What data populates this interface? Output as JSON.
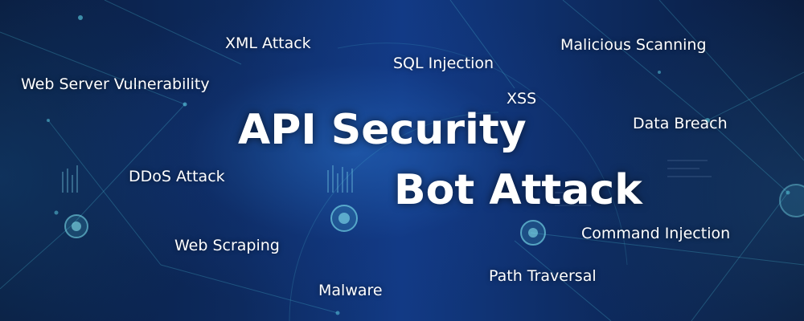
{
  "banner": {
    "headlines": {
      "api_security": "API Security",
      "bot_attack": "Bot Attack"
    },
    "terms": {
      "xml_attack": "XML Attack",
      "sql_injection": "SQL Injection",
      "malicious_scanning": "Malicious Scanning",
      "web_server_vulnerability": "Web Server Vulnerability",
      "xss": "XSS",
      "data_breach": "Data Breach",
      "ddos_attack": "DDoS Attack",
      "web_scraping": "Web Scraping",
      "command_injection": "Command Injection",
      "path_traversal": "Path Traversal",
      "malware": "Malware"
    },
    "colors": {
      "text": "#ffffff",
      "background_dark": "#0a1d3f",
      "background_glow": "#123a85",
      "network_line": "#4fc3d9"
    }
  }
}
